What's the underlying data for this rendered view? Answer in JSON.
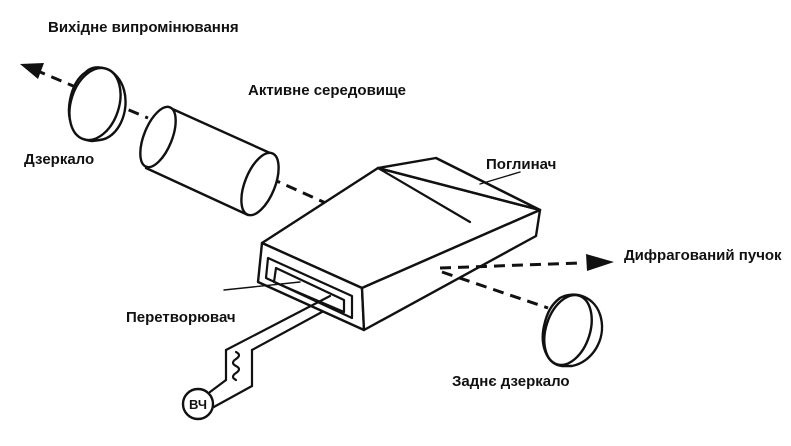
{
  "diagram": {
    "labels": {
      "output_radiation": "Вихідне випромінювання",
      "active_medium": "Активне середовище",
      "mirror": "Дзеркало",
      "absorber": "Поглинач",
      "diffracted_beam": "Дифрагований пучок",
      "transducer": "Перетворювач",
      "rear_mirror": "Заднє дзеркало",
      "rf_source": "ВЧ"
    },
    "colors": {
      "ink": "#111111",
      "background": "#ffffff"
    }
  }
}
